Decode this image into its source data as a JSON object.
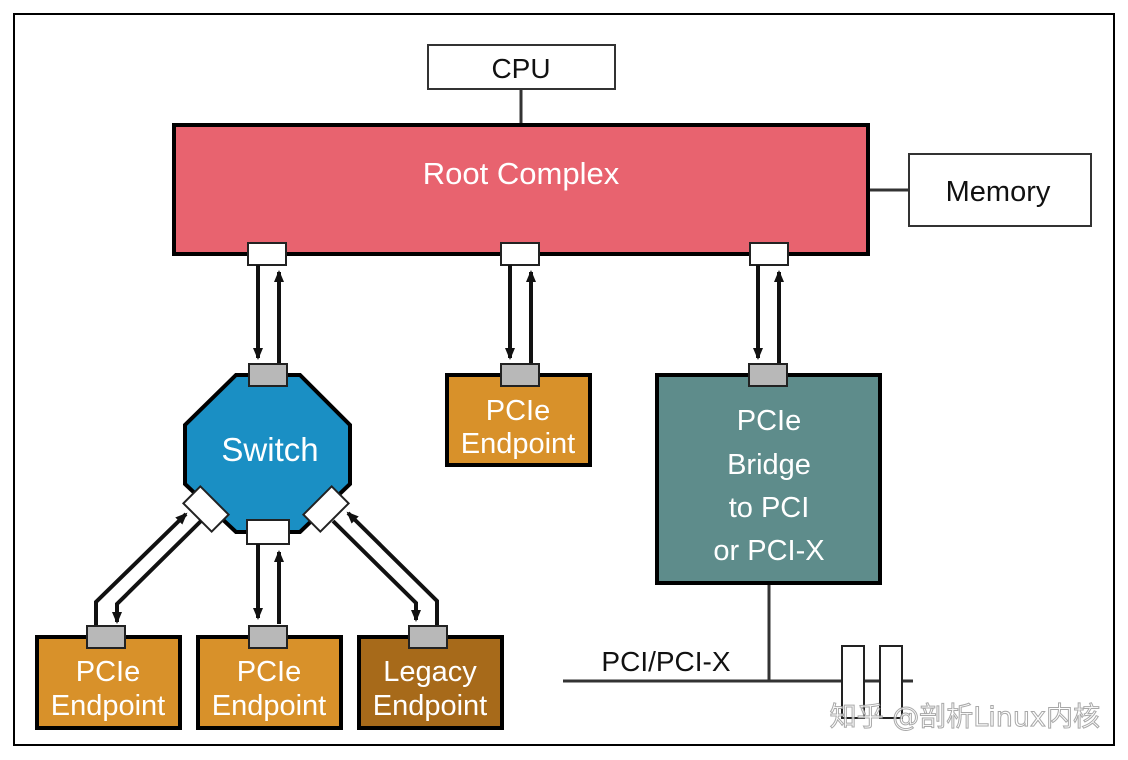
{
  "nodes": {
    "cpu": "CPU",
    "root_complex": "Root Complex",
    "memory": "Memory",
    "switch": "Switch",
    "pcie_endpoint_center": [
      "PCIe",
      "Endpoint"
    ],
    "bridge": [
      "PCIe",
      "Bridge",
      "to PCI",
      "or PCI-X"
    ],
    "pcie_endpoint_left": [
      "PCIe",
      "Endpoint"
    ],
    "pcie_endpoint_mid": [
      "PCIe",
      "Endpoint"
    ],
    "legacy_endpoint": [
      "Legacy",
      "Endpoint"
    ]
  },
  "bus_label": "PCI/PCI-X",
  "watermark": "知乎 @剖析Linux内核",
  "colors": {
    "root_complex": "#e8636f",
    "switch": "#1a8fc4",
    "pcie_endpoint": "#d8912a",
    "legacy_endpoint": "#a76a1a",
    "bridge": "#5e8c8b",
    "port_gray": "#b8b8b8"
  }
}
